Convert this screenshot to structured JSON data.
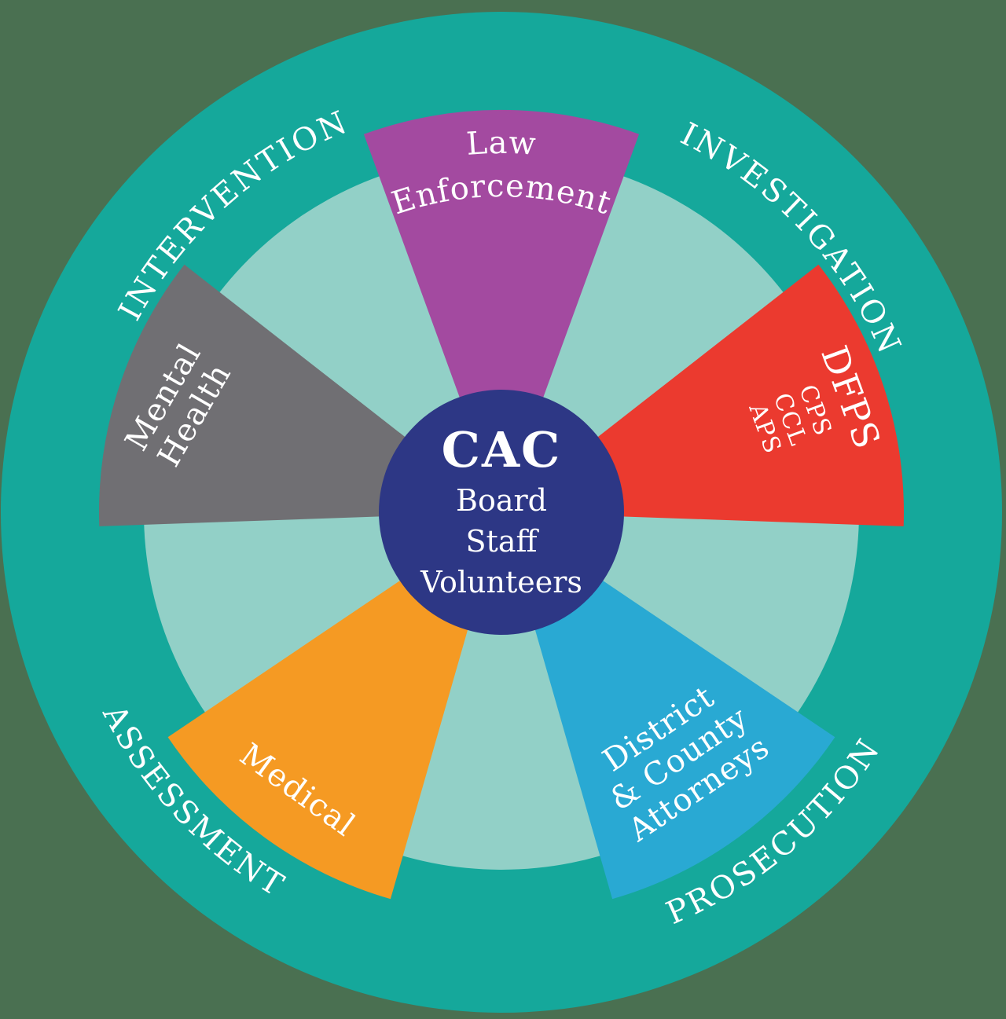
{
  "diagram": {
    "background_color": "#4a7051",
    "colors": {
      "outer_ring": "#15a89b",
      "inner_disc": "#92d0c7",
      "center_circle": "#2d3785",
      "label_text": "#ffffff"
    },
    "ring_labels": {
      "top_left": "INTERVENTION",
      "top_right": "INVESTIGATION",
      "bottom_right": "PROSECUTION",
      "bottom_left": "ASSESSMENT"
    },
    "center": {
      "title": "CAC",
      "line1": "Board",
      "line2": "Staff",
      "line3": "Volunteers"
    },
    "wedges": {
      "law_enforcement": {
        "color": "#a34aa0",
        "line1": "Law",
        "line2": "Enforcement"
      },
      "dfps": {
        "color": "#eb3a2f",
        "line1": "DFPS",
        "line2": "CPS",
        "line3": "CCL",
        "line4": "APS"
      },
      "district_county_attorneys": {
        "color": "#29a9d3",
        "line1": "District",
        "line2": "& County",
        "line3": "Attorneys"
      },
      "medical": {
        "color": "#f59a23",
        "line1": "Medical"
      },
      "mental_health": {
        "color": "#706f73",
        "line1": "Mental",
        "line2": "Health"
      }
    }
  }
}
